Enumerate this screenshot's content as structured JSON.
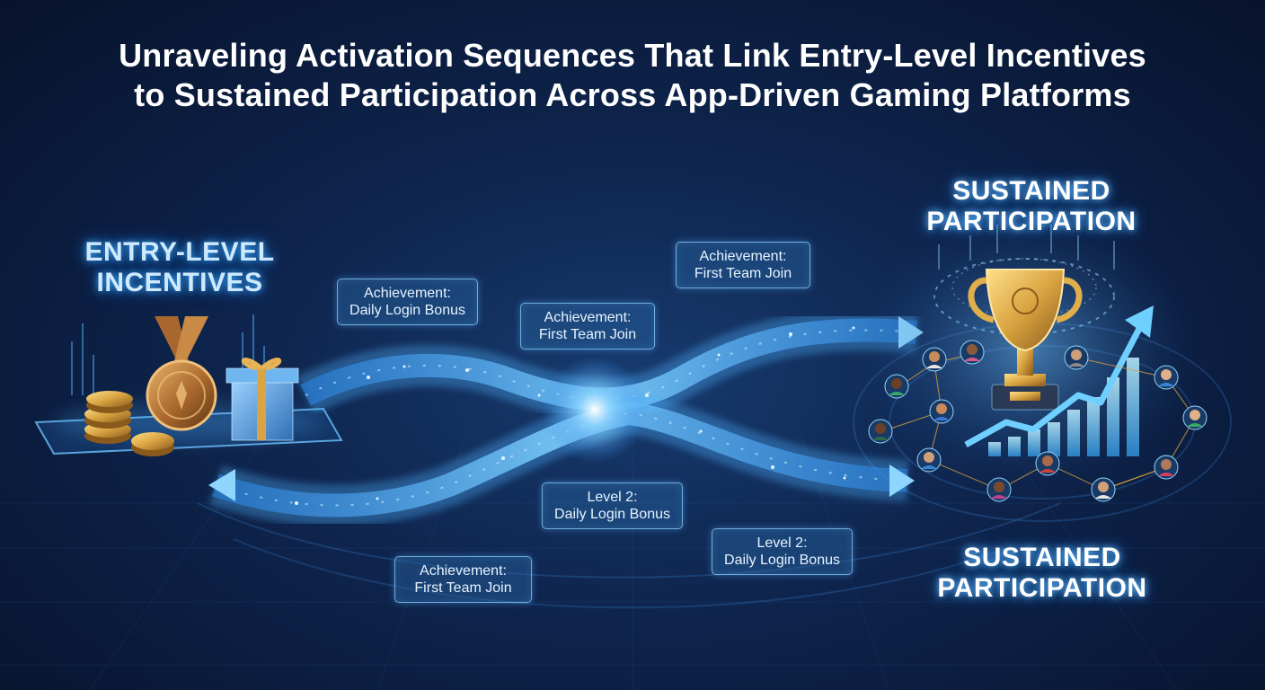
{
  "title": {
    "line1": "Unraveling Activation Sequences That Link Entry-Level Incentives",
    "line2": "to Sustained Participation Across App-Driven Gaming Platforms"
  },
  "left_heading": {
    "line1": "ENTRY-LEVEL",
    "line2": "INCENTIVES"
  },
  "right_heading_top": {
    "line1": "SUSTAINED",
    "line2": "PARTICIPATION"
  },
  "right_heading_bottom": {
    "line1": "SUSTAINED",
    "line2": "PARTICIPATION"
  },
  "labels": [
    {
      "line1": "Achievement:",
      "line2": "Daily Login Bonus"
    },
    {
      "line1": "Achievement:",
      "line2": "First Team Join"
    },
    {
      "line1": "Achievement:",
      "line2": "First Team Join"
    },
    {
      "line1": "Level 2:",
      "line2": "Daily Login Bonus"
    },
    {
      "line1": "Level 2:",
      "line2": "Daily Login Bonus"
    },
    {
      "line1": "Achievement:",
      "line2": "First Team Join"
    }
  ],
  "colors": {
    "background": "#0a1a3a",
    "stream": "#4fb4ff",
    "gold": "#d9a441",
    "text_glow": "#38a8ff"
  },
  "icons": [
    "medal-icon",
    "coin-stack-icon",
    "gift-box-icon",
    "trophy-icon",
    "growth-arrow-icon",
    "avatar-icon"
  ]
}
